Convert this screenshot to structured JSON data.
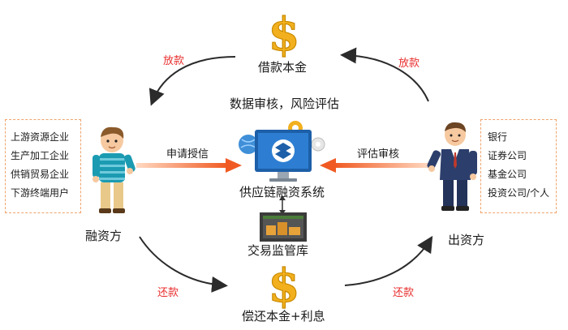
{
  "center": {
    "system_label": "供应链融资系统",
    "analysis_label": "数据审核，风险评估",
    "warehouse_label": "交易监管库"
  },
  "top": {
    "label": "借款本金"
  },
  "bottom": {
    "label": "偿还本金+利息"
  },
  "left": {
    "role_label": "融资方",
    "list": [
      "上游资源企业",
      "生产加工企业",
      "供销贸易企业",
      "下游终端用户"
    ]
  },
  "right": {
    "role_label": "出资方",
    "list": [
      "银行",
      "证券公司",
      "基金公司",
      "投资公司/个人"
    ]
  },
  "arrows": {
    "left_to_center": "申请授信",
    "right_to_center": "评估审核",
    "top_left": "放款",
    "top_right": "放款",
    "bottom_left": "还款",
    "bottom_right": "还款"
  },
  "colors": {
    "accent_red": "#e8302f",
    "arrow_orange": "#f36b2a",
    "dollar_gold": "#f2b01e"
  }
}
